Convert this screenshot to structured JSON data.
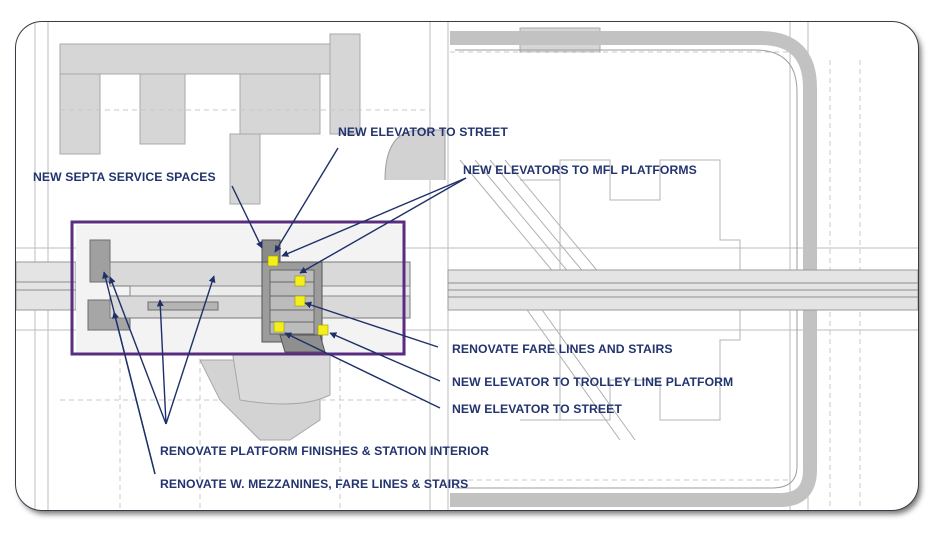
{
  "colors": {
    "label_text": "#23346f",
    "callout_arrow": "#1e2f6a",
    "project_boundary": "#5a2d82",
    "elevator_marker": "#f2ef1a",
    "plan_linework": "#b0b0b0",
    "plan_fill": "#d6d6d6",
    "station_fill": "#9a9a9a"
  },
  "callouts": {
    "new_elevator_street_north": "NEW ELEVATOR TO STREET",
    "new_elevators_mfl": "NEW ELEVATORS TO MFL PLATFORMS",
    "new_septa_service": "NEW SEPTA SERVICE SPACES",
    "renovate_fare_lines_stairs": "RENOVATE FARE LINES AND STAIRS",
    "new_elevator_trolley": "NEW ELEVATOR TO TROLLEY LINE PLATFORM",
    "new_elevator_street_south": "NEW ELEVATOR TO STREET",
    "renovate_platform_finishes": "RENOVATE PLATFORM FINISHES & STATION INTERIOR",
    "renovate_w_mezzanines": "RENOVATE W. MEZZANINES, FARE LINES & STAIRS"
  }
}
